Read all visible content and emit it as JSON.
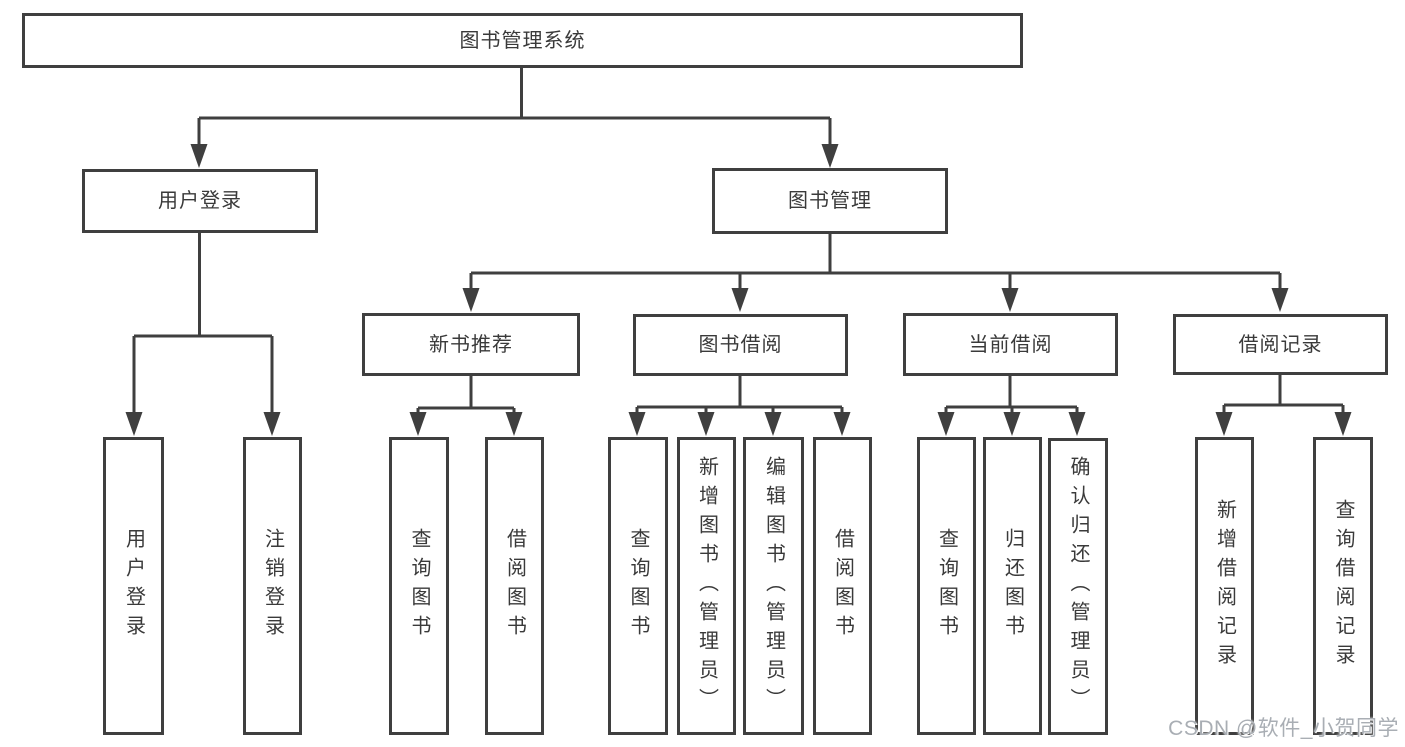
{
  "diagram": {
    "root": {
      "label": "图书管理系统"
    },
    "branches": [
      {
        "label": "用户登录",
        "children": [
          {
            "label": "用户登录"
          },
          {
            "label": "注销登录"
          }
        ]
      },
      {
        "label": "图书管理",
        "sections": [
          {
            "label": "新书推荐",
            "children": [
              {
                "label": "查询图书"
              },
              {
                "label": "借阅图书"
              }
            ]
          },
          {
            "label": "图书借阅",
            "children": [
              {
                "label": "查询图书"
              },
              {
                "label": "新增图书（管理员）"
              },
              {
                "label": "编辑图书（管理员）"
              },
              {
                "label": "借阅图书"
              }
            ]
          },
          {
            "label": "当前借阅",
            "children": [
              {
                "label": "查询图书"
              },
              {
                "label": "归还图书"
              },
              {
                "label": "确认归还（管理员）"
              }
            ]
          },
          {
            "label": "借阅记录",
            "children": [
              {
                "label": "新增借阅记录"
              },
              {
                "label": "查询借阅记录"
              }
            ]
          }
        ]
      }
    ]
  },
  "watermark": {
    "text": "CSDN @软件_小贺同学"
  },
  "colors": {
    "line": "#3f3f3f",
    "box_border": "#3f3f3f",
    "text": "#3a3a3a",
    "background": "#ffffff",
    "watermark": "#a9aeb4"
  }
}
